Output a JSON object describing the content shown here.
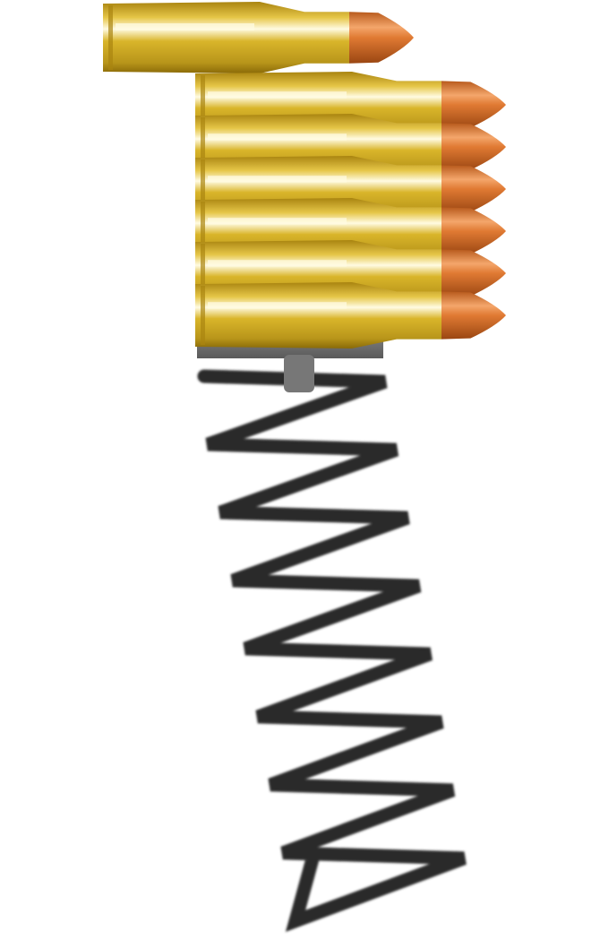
{
  "scene": {
    "subject": "",
    "round_count": 7,
    "top_round_count": 1,
    "stacked_round_count": 6,
    "spring_coil_count": 8,
    "colors": {
      "background": "#ffffff",
      "brass_dark": "#a98410",
      "brass_mid": "#d9b52a",
      "brass_light": "#f5e79a",
      "brass_highlight": "#fffbe2",
      "bullet_dark": "#b85a1c",
      "bullet_mid": "#e07a33",
      "bullet_light": "#f4a66b",
      "follower": "#6a6a6a",
      "follower_stem": "#7a7a7a",
      "spring": "#2b2b2b"
    }
  }
}
